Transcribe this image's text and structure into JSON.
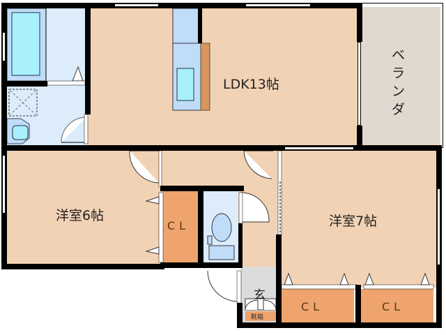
{
  "floorplan": {
    "rooms": {
      "ldk": {
        "label": "LDK13帖"
      },
      "veranda": {
        "label": "ベランダ"
      },
      "western_6": {
        "label": "洋室6帖"
      },
      "western_7": {
        "label": "洋室7帖"
      },
      "entrance": {
        "label": "玄"
      },
      "shoe_box": {
        "label": "靴箱"
      },
      "closet_6": {
        "label": "CL"
      },
      "closet_7a": {
        "label": "CL"
      },
      "closet_7b": {
        "label": "CL"
      }
    },
    "colors": {
      "room": "#f2d2b4",
      "wet_area": "#dcecfb",
      "closet": "#eea46c",
      "veranda": "#e1d8d0",
      "fixture": "#a8f0fc",
      "wall": "#000000"
    }
  }
}
